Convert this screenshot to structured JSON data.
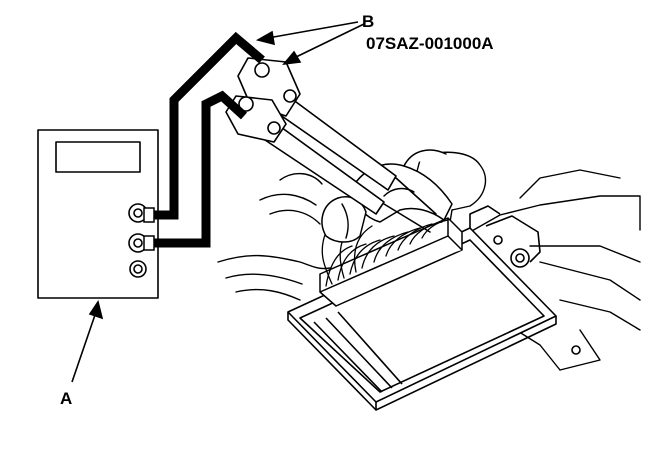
{
  "labels": {
    "a": "A",
    "b": "B",
    "part_number": "07SAZ-001000A"
  },
  "colors": {
    "ink": "#000000",
    "paper": "#ffffff"
  }
}
